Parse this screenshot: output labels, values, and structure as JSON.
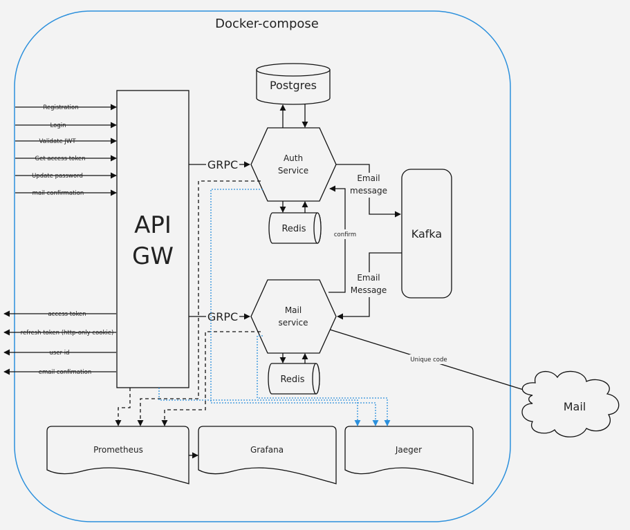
{
  "container": {
    "label": "Docker-compose"
  },
  "api_gw": {
    "label_line1": "API",
    "label_line2": "GW"
  },
  "inputs": [
    "Registration",
    "Login",
    "Validate JWT",
    "Get access token",
    "Update password",
    "mail confirmation"
  ],
  "outputs": [
    "access token",
    "refresh token (http-only cookie)",
    "user id",
    "email confimation"
  ],
  "auth_service": {
    "line1": "Auth",
    "line2": "Service"
  },
  "mail_service": {
    "line1": "Mail",
    "line2": "service"
  },
  "postgres": {
    "label": "Postgres"
  },
  "redis_auth": {
    "label": "Redis"
  },
  "redis_mail": {
    "label": "Redis"
  },
  "kafka": {
    "label": "Kafka"
  },
  "mail": {
    "label": "Mail"
  },
  "prometheus": {
    "label": "Prometheus"
  },
  "grafana": {
    "label": "Grafana"
  },
  "jaeger": {
    "label": "Jaeger"
  },
  "edges": {
    "grpc_auth": "GRPC",
    "grpc_mail": "GRPC",
    "email_message_top_line1": "Email",
    "email_message_top_line2": "message",
    "email_message_bottom_line1": "Email",
    "email_message_bottom_line2": "Message",
    "confirm": "confirm",
    "unique_code": "Unique code"
  },
  "colors": {
    "background": "#f3f3f3",
    "container_border": "#2a8fdc",
    "stroke": "#111111",
    "trace_line": "#2a8fdc"
  }
}
